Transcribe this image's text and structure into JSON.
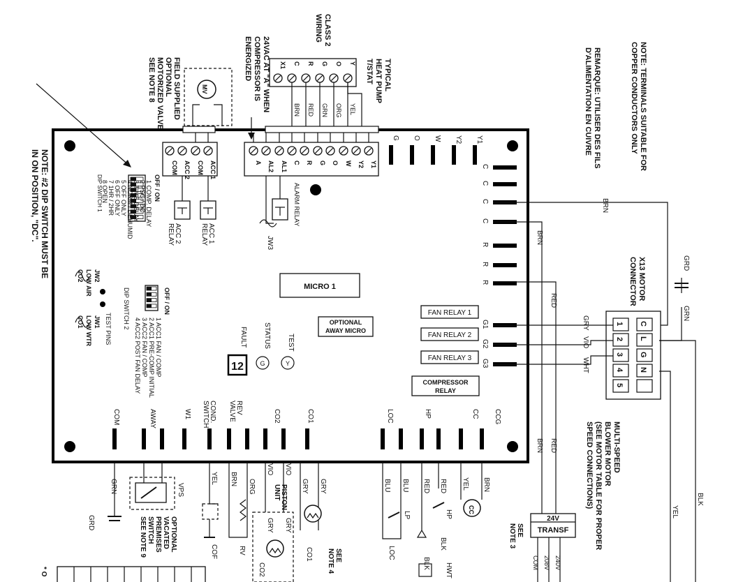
{
  "notes": {
    "terminal_en": [
      "NOTE: TERMINALS SUITABLE FOR",
      "COPPER CONDUCTORS ONLY"
    ],
    "terminal_fr": [
      "REMARQUE: UTILISER DES FILS",
      "D'ALIMENTATION EN CUIVRE"
    ],
    "dip_note": [
      "NOTE: #2 DIP SWITCH MUST BE",
      "IN ON POSITION, \"DC\"."
    ],
    "class2": [
      "CLASS 2",
      "WIRING"
    ],
    "typical_tstat": [
      "TYPICAL",
      "HEAT PUMP",
      "T/STAT"
    ],
    "compressor": [
      "24VAC AT \"A\" WHEN",
      "COMPRESSOR IS",
      "ENERGIZED"
    ],
    "field_valve": [
      "FIELD SUPPLIED",
      "OPTIONAL",
      "MOTORIZED VALVE",
      "SEE NOTE 8"
    ],
    "blower": [
      "MULTI-SPEED",
      "BLOWER MOTOR",
      "(SEE MOTOR TABLE FOR PROPER",
      "SPEED CONNECTIONS)"
    ],
    "motor_conn": [
      "X13 MOTOR",
      "CONNECTOR"
    ],
    "vps": [
      "OPTIONAL",
      "VACATED",
      "PREMISES",
      "SWITCH",
      "SEE NOTE 9"
    ],
    "see_note3": [
      "SEE",
      "NOTE 3"
    ],
    "see_note4": [
      "SEE",
      "NOTE 4"
    ]
  },
  "tstat_terminals": [
    "X1",
    "C",
    "R",
    "G",
    "O",
    "Y"
  ],
  "tstat_wires": [
    "BRN",
    "RED",
    "GRN",
    "ORG",
    "YEL"
  ],
  "board_terminals": [
    "A",
    "AL2",
    "AL1",
    "C",
    "R",
    "G",
    "O",
    "W",
    "Y2",
    "Y1"
  ],
  "acc_terminals": [
    "COM",
    "ACC 2",
    "COM",
    "ACC 1"
  ],
  "acc_relays": [
    "ACC 2",
    "RELAY",
    "ACC 1",
    "RELAY"
  ],
  "top_pins": [
    "G",
    "O",
    "W",
    "Y2",
    "Y1"
  ],
  "right_pins": [
    "C",
    "C",
    "C",
    "C",
    "R",
    "R",
    "R"
  ],
  "g_pins": [
    "G1",
    "G2",
    "G3"
  ],
  "bottom_pins": [
    "COM",
    "AWAY",
    "W1",
    "COND. SWITCH",
    "REV VALVE",
    "CO2",
    "CO1",
    "LOC",
    "HP",
    "CC",
    "CCG"
  ],
  "dip1": {
    "title": "OFF / ON",
    "name": "DIP SWITCH 1",
    "items": [
      "1 COMP. DELAY",
      "2 PSC / DC",
      "3 TIME DELAY",
      "4 NORM / DEHUMID",
      "5 OFF ONLY",
      "6 OFF ONLY",
      "7 1HR / 2HR",
      "8 OPEN"
    ]
  },
  "dip2": {
    "title": "OFF / ON",
    "name": "DIP SWITCH 2",
    "items": [
      "1 ACC1 FAN / COMP",
      "2 ACC1 PRE-COMP INITIAL",
      "3 ACC2 FAN / COMP",
      "4 ACC2 POST FAN DELAY"
    ]
  },
  "jumpers": {
    "jw3": "JW3",
    "jw2": [
      "JW2",
      "LOW AIR",
      "CO2"
    ],
    "jw1": [
      "JW1",
      "LOW WTR",
      "CO1"
    ],
    "test_pins": "TEST PINS",
    "alarm_relay": "ALARM RELAY"
  },
  "board_labels": {
    "micro1": "MICRO 1",
    "optional_away": [
      "OPTIONAL",
      "AWAY MICRO"
    ],
    "fan_relay_1": "FAN RELAY 1",
    "fan_relay_2": "FAN RELAY 2",
    "fan_relay_3": "FAN RELAY 3",
    "compressor_relay": [
      "COMPRESSOR",
      "RELAY"
    ],
    "fault_label": "FAULT",
    "fault_code": "12",
    "status": "STATUS",
    "status_letter": "G",
    "test": "TEST",
    "test_letter": "Y",
    "mv": "MV"
  },
  "motor": {
    "numbers": [
      "1",
      "2",
      "3",
      "4",
      "5"
    ],
    "letters": [
      "C",
      "L",
      "G",
      "N"
    ],
    "wires": [
      "GRY",
      "VIO",
      "WHT"
    ],
    "brn": "BRN",
    "grd": "GRD",
    "grn": "GRN",
    "blk": "BLK",
    "yel": "YEL"
  },
  "mid_wires": {
    "brn": "BRN",
    "red": "RED"
  },
  "transformer": {
    "name": [
      "24V",
      "TRANSF"
    ],
    "taps": [
      "240V",
      "208V",
      "COM"
    ]
  },
  "bottom_wires": {
    "grn": "GRN",
    "grd": "GRD",
    "vps": "VPS",
    "yel": "YEL",
    "brn": "BRN",
    "org": "ORG",
    "vio1": "VIO",
    "vio2": "VIO",
    "piston": [
      "PISTON",
      "UNIT"
    ],
    "gry1": "GRY",
    "gry2": "GRY",
    "gry3": "GRY",
    "gry4": "GRY",
    "blu1": "BLU",
    "blu2": "BLU",
    "red1": "RED",
    "red2": "RED",
    "yel2": "YEL",
    "brn2": "BRN",
    "blk1": "BLK",
    "blk2": "BLK"
  },
  "components": {
    "cof": "COF",
    "rv": "RV",
    "co1": "CO1",
    "co2": "CO2",
    "loc": "LOC",
    "lp": "LP",
    "hp": "HP",
    "cc": "CC",
    "hwt": "HWT",
    "asterisk": "* O"
  }
}
